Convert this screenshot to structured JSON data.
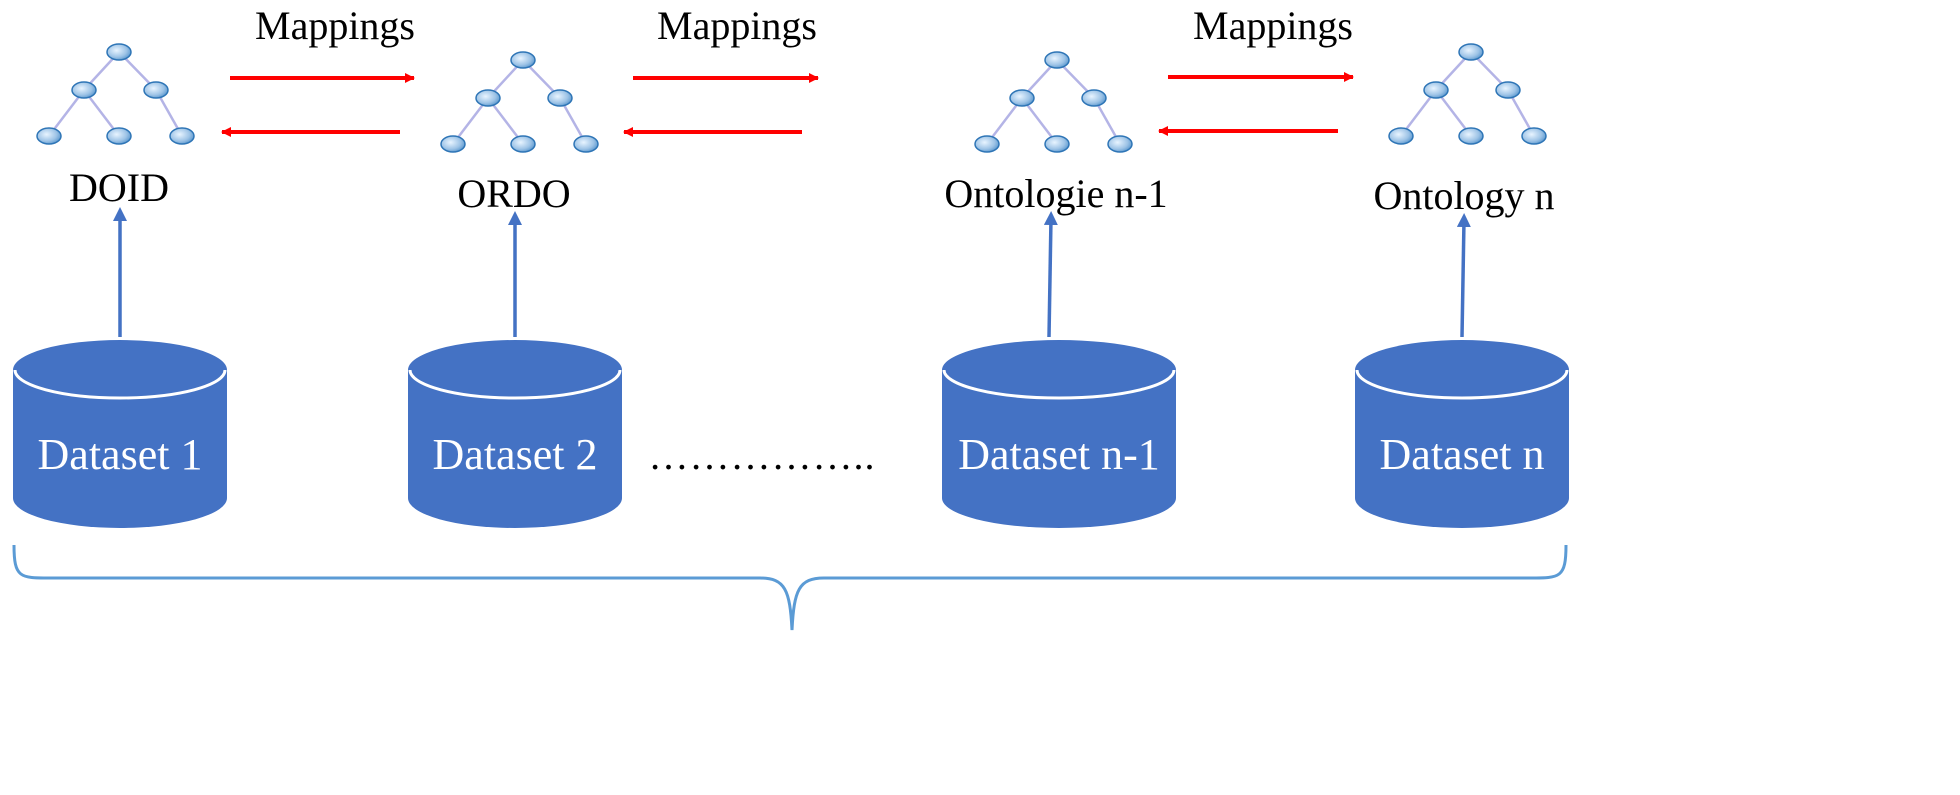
{
  "diagram": {
    "ontologies": [
      {
        "name": "DOID"
      },
      {
        "name": "ORDO"
      },
      {
        "name": "Ontologie n-1"
      },
      {
        "name": "Ontology n"
      }
    ],
    "mappings": [
      {
        "label": "Mappings"
      },
      {
        "label": "Mappings"
      },
      {
        "label": "Mappings"
      }
    ],
    "datasets": [
      {
        "label": "Dataset 1"
      },
      {
        "label": "Dataset 2"
      },
      {
        "label": "Dataset n-1"
      },
      {
        "label": "Dataset n"
      }
    ],
    "ellipsis": "……………..",
    "colors": {
      "dataset_fill": "#4472C4",
      "dataset_rim": "#ffffff",
      "dataset_arrow": "#4472C4",
      "mapping_arrow": "#FF0000",
      "tree_node": "#9DC3E6",
      "tree_node_edge": "#2E75B6",
      "tree_edge": "#B4B4E6",
      "brace": "#5B9BD5"
    }
  }
}
